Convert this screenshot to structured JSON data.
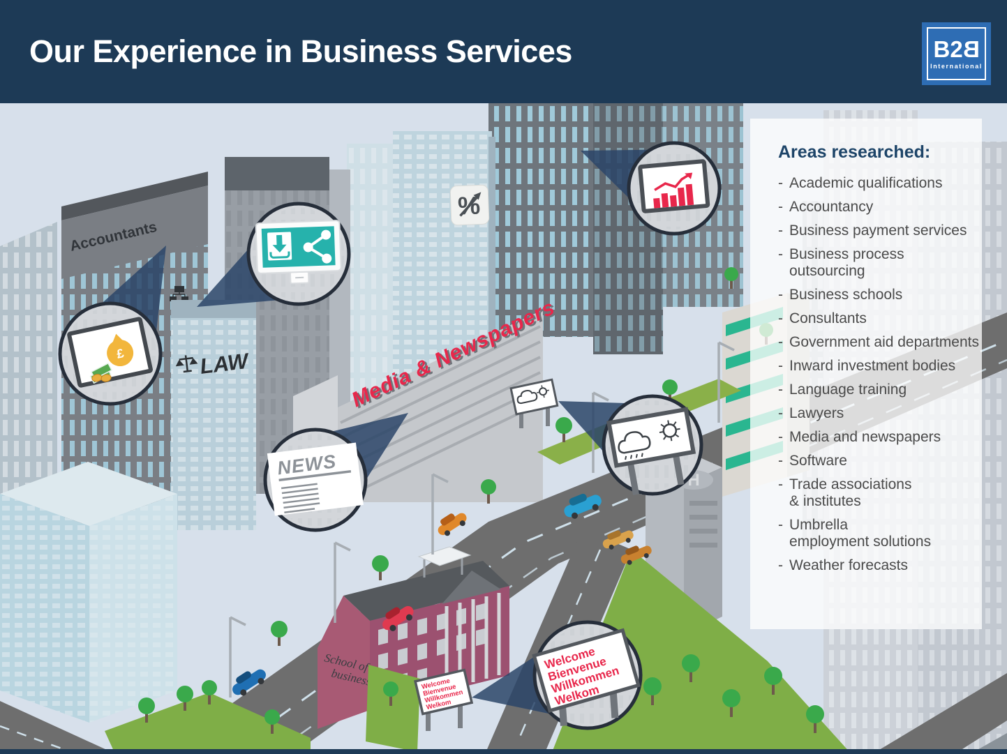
{
  "header": {
    "title": "Our Experience in Business Services"
  },
  "logo": {
    "part1": "B2",
    "part2": "B",
    "subtext": "International"
  },
  "panel": {
    "heading": "Areas researched:",
    "dash": "-",
    "items": [
      "Academic qualifications",
      "Accountancy",
      "Business payment services",
      "Business process outsourcing",
      "Business schools",
      "Consultants",
      "Government aid departments",
      "Inward investment bodies",
      "Language training",
      "Lawyers",
      "Media and newspapers",
      "Software",
      "Trade associations\n& institutes",
      "Umbrella\nemployment solutions",
      "Weather forecasts"
    ]
  },
  "city": {
    "labels": {
      "accountants": "Accountants",
      "law": "LAW",
      "media": "Media & Newspapers",
      "school_line1": "School of",
      "school_line2": "business",
      "helipad": "H",
      "percent": "%",
      "currency": "£"
    },
    "news_headline": "NEWS",
    "welcome_lines": [
      "Welcome",
      "Bienvenue",
      "Willkommen",
      "Welkom"
    ]
  },
  "colors": {
    "header_bg": "#1d3a56",
    "logo_blue": "#2e6db4",
    "accent_red": "#e8274b",
    "teal": "#26b2ac",
    "panel_heading": "#1d4468",
    "sky": "#d7e0eb",
    "cone_navy": "#2c4568"
  }
}
